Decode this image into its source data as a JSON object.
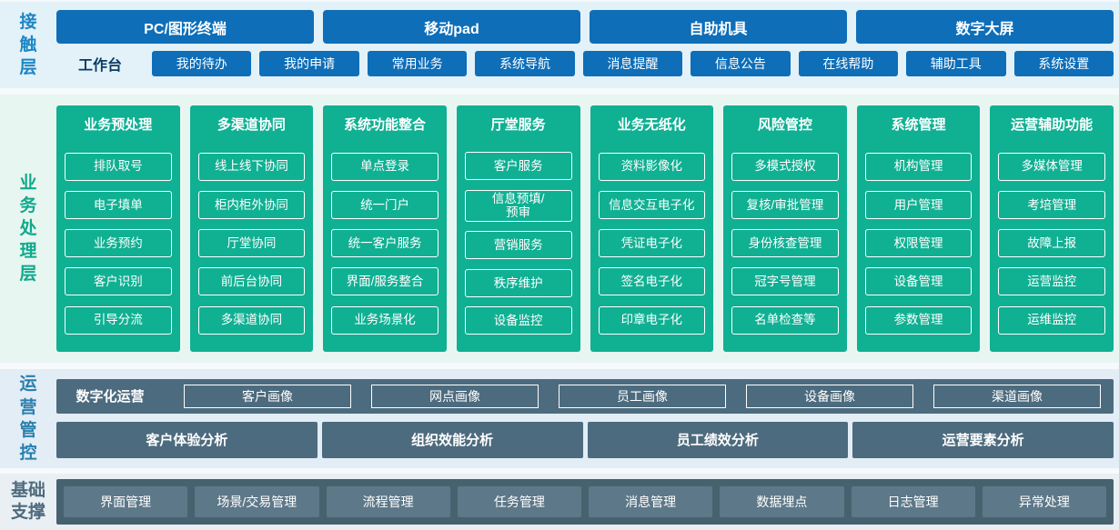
{
  "colors": {
    "primary_blue": "#0e6eb8",
    "teal_green": "#10b093",
    "dark_slate": "#4d6b7e",
    "foundation_bar": "#47626f",
    "foundation_box": "#5d7888",
    "band_blue_bg": "#e3f1f8",
    "band_mint_bg": "#e8f6f1",
    "band_ops_bg": "#e2edf6",
    "workbench_label_text": "#0b3a63"
  },
  "layers": {
    "contact": {
      "label": "接触层",
      "terminals": [
        "PC/图形终端",
        "移动pad",
        "自助机具",
        "数字大屏"
      ],
      "workbench_label": "工作台",
      "workbench_items": [
        "我的待办",
        "我的申请",
        "常用业务",
        "系统导航",
        "消息提醒",
        "信息公告",
        "在线帮助",
        "辅助工具",
        "系统设置"
      ]
    },
    "business": {
      "label": "业务处理层",
      "columns": [
        {
          "title": "业务预处理",
          "items": [
            "排队取号",
            "电子填单",
            "业务预约",
            "客户识别",
            "引导分流"
          ]
        },
        {
          "title": "多渠道协同",
          "items": [
            "线上线下协同",
            "柜内柜外协同",
            "厅堂协同",
            "前后台协同",
            "多渠道协同"
          ]
        },
        {
          "title": "系统功能整合",
          "items": [
            "单点登录",
            "统一门户",
            "统一客户服务",
            "界面/服务整合",
            "业务场景化"
          ]
        },
        {
          "title": "厅堂服务",
          "items": [
            "客户服务",
            "信息预填/\n预审",
            "营销服务",
            "秩序维护",
            "设备监控"
          ]
        },
        {
          "title": "业务无纸化",
          "items": [
            "资料影像化",
            "信息交互电子化",
            "凭证电子化",
            "签名电子化",
            "印章电子化"
          ]
        },
        {
          "title": "风险管控",
          "items": [
            "多模式授权",
            "复核/审批管理",
            "身份核查管理",
            "冠字号管理",
            "名单检查等"
          ]
        },
        {
          "title": "系统管理",
          "items": [
            "机构管理",
            "用户管理",
            "权限管理",
            "设备管理",
            "参数管理"
          ]
        },
        {
          "title": "运营辅助功能",
          "items": [
            "多媒体管理",
            "考培管理",
            "故障上报",
            "运营监控",
            "运维监控"
          ]
        }
      ]
    },
    "operations": {
      "label": "运营管控",
      "digital_label": "数字化运营",
      "digital_items": [
        "客户画像",
        "网点画像",
        "员工画像",
        "设备画像",
        "渠道画像"
      ],
      "analysis_items": [
        "客户体验分析",
        "组织效能分析",
        "员工绩效分析",
        "运营要素分析"
      ]
    },
    "foundation": {
      "label": "基础支撑",
      "items": [
        "界面管理",
        "场景/交易管理",
        "流程管理",
        "任务管理",
        "消息管理",
        "数据埋点",
        "日志管理",
        "异常处理"
      ]
    }
  }
}
